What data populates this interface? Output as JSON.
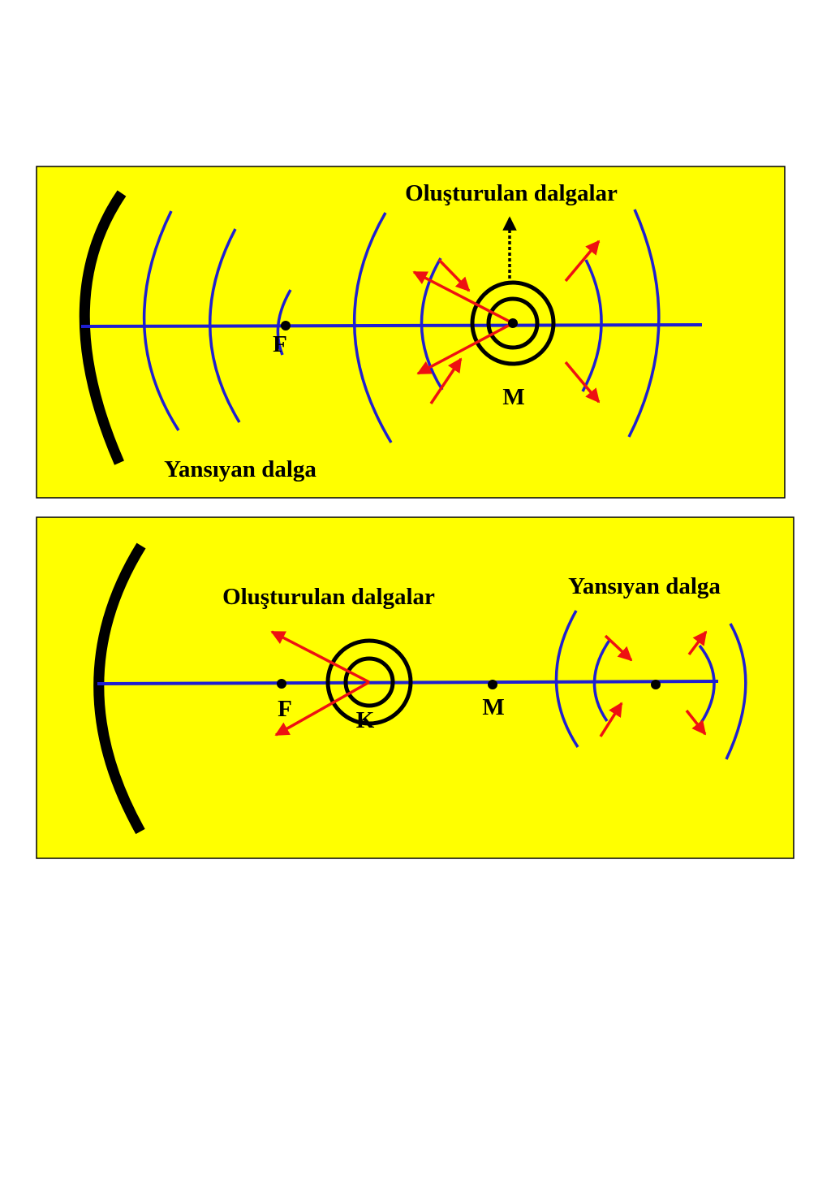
{
  "colors": {
    "panel_bg": "#ffff00",
    "panel_border": "#000000",
    "mirror": "#000000",
    "axis": "#1f1fd0",
    "wave": "#1f1fd0",
    "arrow": "#ee1111",
    "source": "#000000"
  },
  "panel1": {
    "title": "Oluşturulan dalgalar",
    "reflected_label": "Yansıyan dalga",
    "point_f": "F",
    "point_m": "M"
  },
  "panel2": {
    "title": "Oluşturulan dalgalar",
    "reflected_label": "Yansıyan dalga",
    "point_f": "F",
    "point_k": "K",
    "point_m": "M"
  }
}
